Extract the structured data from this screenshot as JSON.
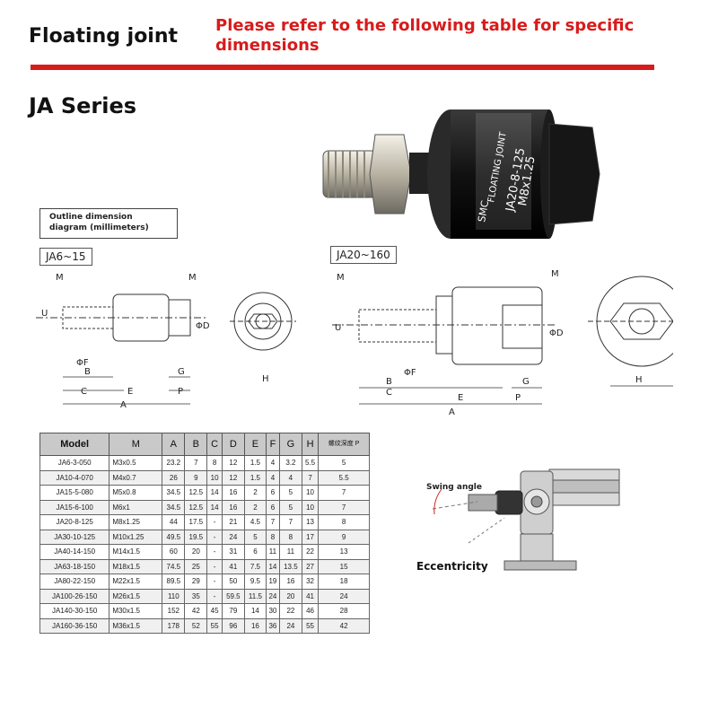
{
  "header": {
    "title": "Floating joint",
    "headline": "Please refer to the following table for specific dimensions"
  },
  "series_title": "JA Series",
  "product": {
    "brand": "SMC",
    "name": "FLOATING JOINT",
    "model": "JA20-8-125",
    "thread": "M8x1.25"
  },
  "diagram": {
    "caption": "Outline dimension diagram (millimeters)",
    "small_label": "JA6~15",
    "large_label": "JA20~160",
    "dim_labels": {
      "M": "M",
      "U": "U",
      "B": "B",
      "C": "C",
      "E": "E",
      "A": "A",
      "F": "ΦF",
      "G": "G",
      "P": "P",
      "H": "H",
      "D": "ΦD"
    }
  },
  "table": {
    "headers": [
      "Model",
      "M",
      "A",
      "B",
      "C",
      "D",
      "E",
      "F",
      "G",
      "H",
      "螺纹深度 P"
    ],
    "rows": [
      [
        "JA6-3-050",
        "M3x0.5",
        "23.2",
        "7",
        "8",
        "12",
        "1.5",
        "4",
        "3.2",
        "5.5",
        "5"
      ],
      [
        "JA10-4-070",
        "M4x0.7",
        "26",
        "9",
        "10",
        "12",
        "1.5",
        "4",
        "4",
        "7",
        "5.5"
      ],
      [
        "JA15-5-080",
        "M5x0.8",
        "34.5",
        "12.5",
        "14",
        "16",
        "2",
        "6",
        "5",
        "10",
        "7"
      ],
      [
        "JA15-6-100",
        "M6x1",
        "34.5",
        "12.5",
        "14",
        "16",
        "2",
        "6",
        "5",
        "10",
        "7"
      ],
      [
        "JA20-8-125",
        "M8x1.25",
        "44",
        "17.5",
        "-",
        "21",
        "4.5",
        "7",
        "7",
        "13",
        "8"
      ],
      [
        "JA30-10-125",
        "M10x1.25",
        "49.5",
        "19.5",
        "-",
        "24",
        "5",
        "8",
        "8",
        "17",
        "9"
      ],
      [
        "JA40-14-150",
        "M14x1.5",
        "60",
        "20",
        "-",
        "31",
        "6",
        "11",
        "11",
        "22",
        "13"
      ],
      [
        "JA63-18-150",
        "M18x1.5",
        "74.5",
        "25",
        "-",
        "41",
        "7.5",
        "14",
        "13.5",
        "27",
        "15"
      ],
      [
        "JA80-22-150",
        "M22x1.5",
        "89.5",
        "29",
        "-",
        "50",
        "9.5",
        "19",
        "16",
        "32",
        "18"
      ],
      [
        "JA100-26-150",
        "M26x1.5",
        "110",
        "35",
        "-",
        "59.5",
        "11.5",
        "24",
        "20",
        "41",
        "24"
      ],
      [
        "JA140-30-150",
        "M30x1.5",
        "152",
        "42",
        "45",
        "79",
        "14",
        "30",
        "22",
        "46",
        "28"
      ],
      [
        "JA160-36-150",
        "M36x1.5",
        "178",
        "52",
        "55",
        "96",
        "16",
        "36",
        "24",
        "55",
        "42"
      ]
    ]
  },
  "assembly": {
    "swing_label": "Swing angle",
    "eccentricity_label": "Eccentricity"
  },
  "colors": {
    "accent": "#d81b1b",
    "table_header": "#c9c9c9"
  }
}
